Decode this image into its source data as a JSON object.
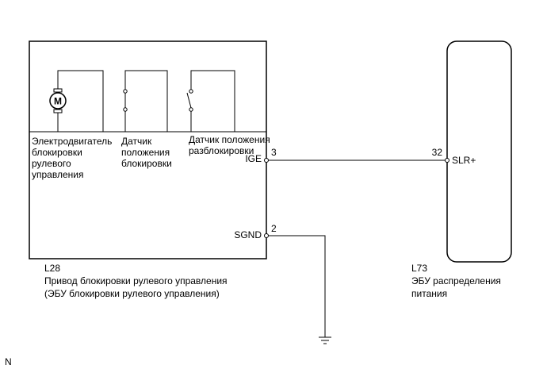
{
  "left_unit": {
    "code": "L28",
    "name_line1": "Привод блокировки рулевого управления",
    "name_line2": "(ЭБУ блокировки рулевого управления)",
    "components": {
      "motor": {
        "symbol": "M",
        "label_lines": [
          "Электродвигатель",
          "блокировки",
          "рулевого",
          "управления"
        ]
      },
      "lock_sensor": {
        "label_lines": [
          "Датчик",
          "положения",
          "блокировки"
        ]
      },
      "unlock_sensor": {
        "label_lines": [
          "Датчик положения",
          "разблокировки"
        ]
      }
    },
    "pins": {
      "ige": {
        "name": "IGE",
        "number": "3"
      },
      "sgnd": {
        "name": "SGND",
        "number": "2"
      }
    }
  },
  "right_unit": {
    "code": "L73",
    "name_line1": "ЭБУ распределения",
    "name_line2": "питания",
    "pin": {
      "name": "SLR+",
      "number": "32"
    }
  },
  "corner_mark": "N"
}
